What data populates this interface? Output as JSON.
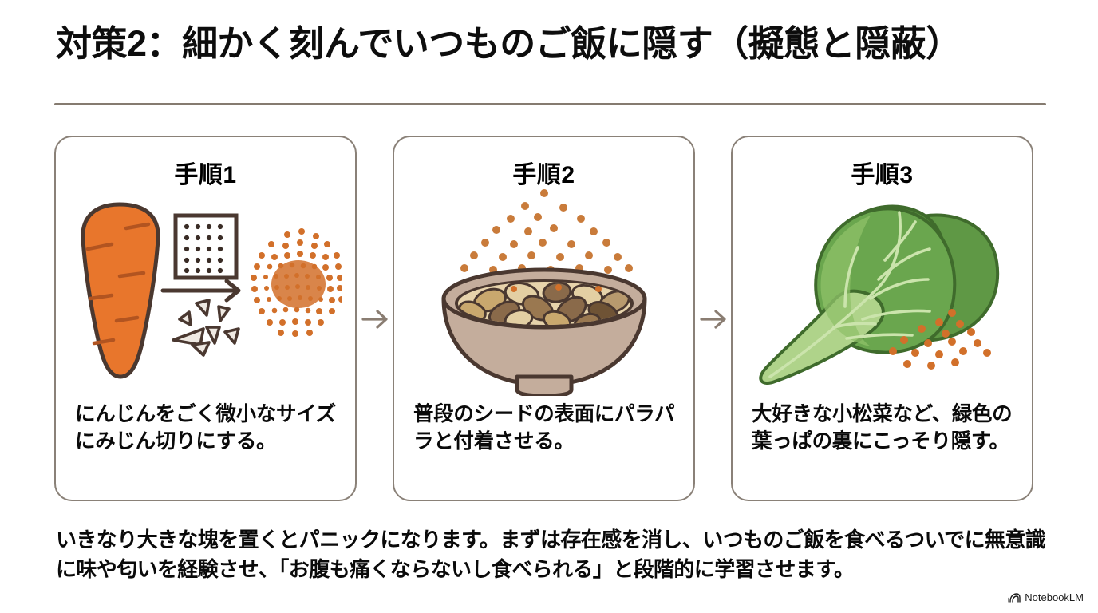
{
  "title": "対策2：細かく刻んでいつものご飯に隠す（擬態と隠蔽）",
  "divider": {
    "color": "#857b70"
  },
  "card_border_color": "#8a8178",
  "arrow_color": "#8a7d72",
  "palette": {
    "carrot_orange": "#E8762C",
    "carrot_outline": "#4A3830",
    "dot_orange": "#D2702A",
    "sprinkle_orange": "#C97B3A",
    "bowl_taupe": "#C4AD9C",
    "bowl_outline": "#4A3830",
    "seed_light": "#E2CFA6",
    "seed_dark": "#8A6A4A",
    "leaf_dark_green": "#5A9141",
    "leaf_light_green": "#9CC772",
    "leaf_outline": "#3F6B2C"
  },
  "steps": [
    {
      "heading": "手順1",
      "caption": "にんじんをごく微小なサイズにみじん切りにする。",
      "art": "carrot-grater-mince"
    },
    {
      "heading": "手順2",
      "caption": "普段のシードの表面にパラパラと付着させる。",
      "art": "seed-bowl-sprinkle"
    },
    {
      "heading": "手順3",
      "caption": "大好きな小松菜など、緑色の葉っぱの裏にこっそり隠す。",
      "art": "komatsuna-leaf-hidden-dots"
    }
  ],
  "arrows": [
    {
      "name": "arrow-step1-to-step2",
      "glyph": "→"
    },
    {
      "name": "arrow-step2-to-step3",
      "glyph": "→"
    }
  ],
  "footer_note": "いきなり大きな塊を置くとパニックになります。まずは存在感を消し、いつものご飯を食べるついでに無意識に味や匂いを経験させ、「お腹も痛くならないし食べられる」と段階的に学習させます。",
  "watermark": {
    "label": "NotebookLM",
    "icon": "notebooklm-spiral-icon"
  }
}
